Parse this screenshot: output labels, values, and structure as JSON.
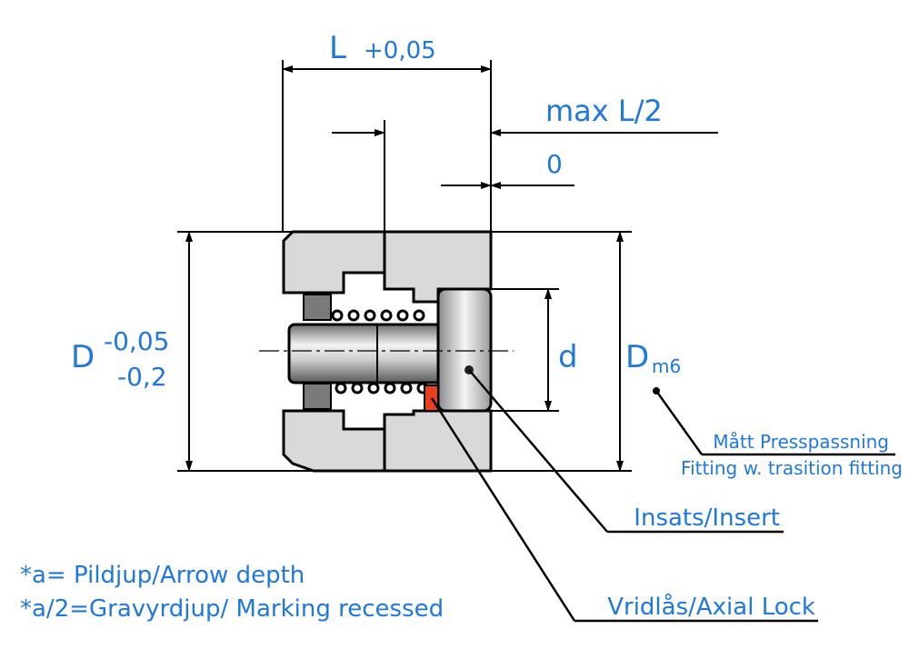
{
  "dimensions": {
    "length_label": "L",
    "length_tolerance": "+0,05",
    "max_label": "max L/2",
    "zero_label": "0",
    "outer_label": "D",
    "outer_tol_upper": "-0,05",
    "outer_tol_lower": "-0,2",
    "bore_label": "d",
    "housing_label": "D",
    "housing_subscript": "m6"
  },
  "callouts": {
    "fit_line1": "Mått Presspassning",
    "fit_line2": "Fitting w. trasition fitting",
    "insert": "Insats/Insert",
    "axial_lock": "Vridlås/Axial Lock"
  },
  "notes": [
    "*a= Pildjup/Arrow depth",
    "*a/2=Gravyrdjup/ Marking recessed"
  ],
  "colors": {
    "dimension_text": "#1f78e0",
    "body_fill": "#d9d9d9",
    "lock_fill": "#e8401c"
  }
}
